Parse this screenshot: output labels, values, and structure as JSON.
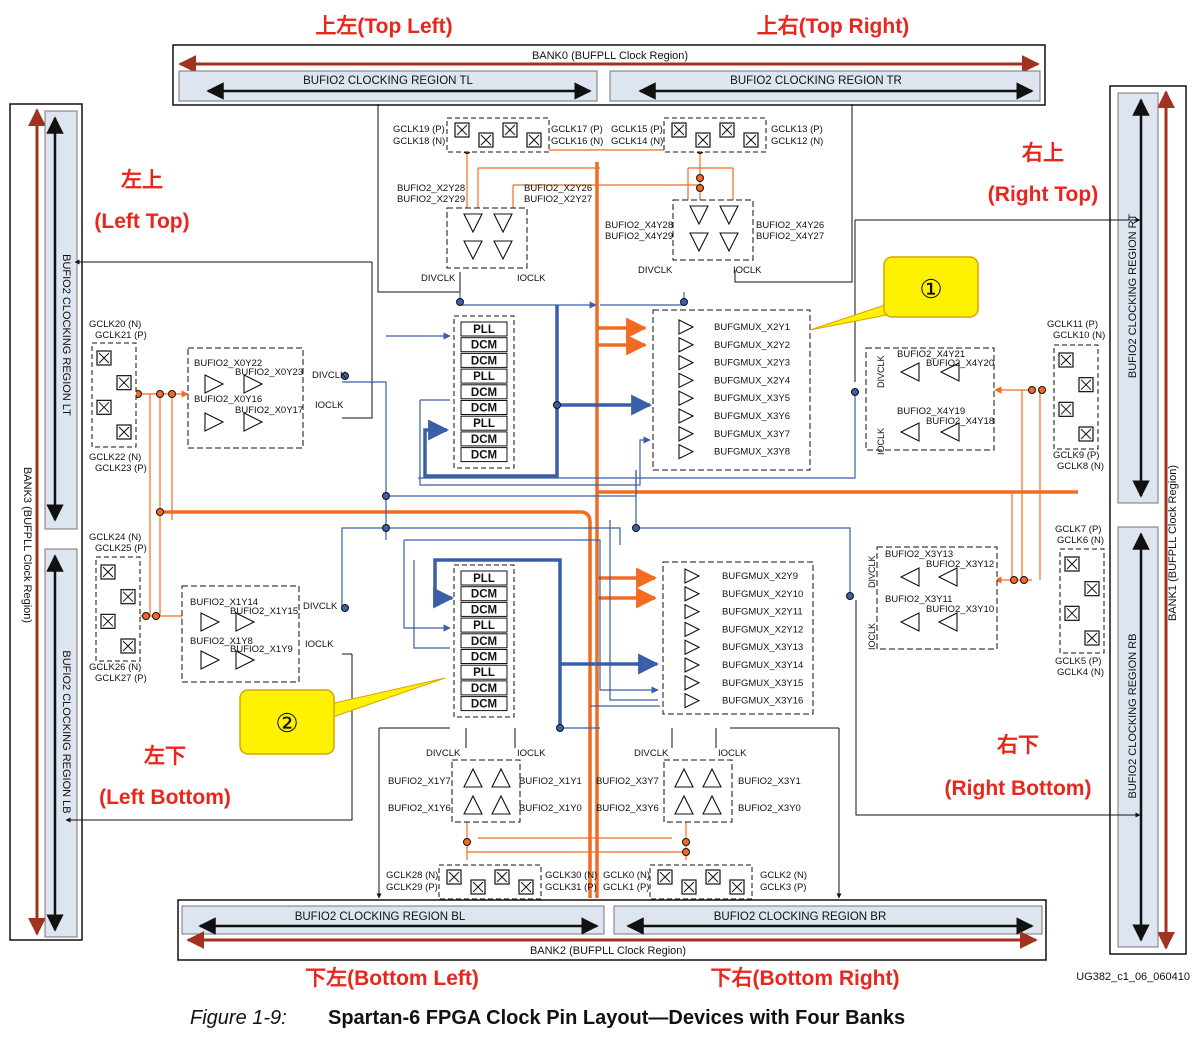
{
  "zones": {
    "top_left": "上左(Top Left)",
    "top_right": "上右(Top Right)",
    "left_top_cn": "左上",
    "left_top_en": "(Left Top)",
    "right_top_cn": "右上",
    "right_top_en": "(Right Top)",
    "left_bottom_cn": "左下",
    "left_bottom_en": "(Left Bottom)",
    "right_bottom_cn": "右下",
    "right_bottom_en": "(Right Bottom)",
    "bottom_left": "下左(Bottom Left)",
    "bottom_right": "下右(Bottom Right)"
  },
  "banks": {
    "bank0": "BANK0 (BUFPLL Clock Region)",
    "bank1": "BANK1 (BUFPLL Clock Region)",
    "bank2": "BANK2 (BUFPLL Clock Region)",
    "bank3": "BANK3 (BUFPLL Clock Region)"
  },
  "regions": {
    "tl": "BUFIO2 CLOCKING REGION TL",
    "tr": "BUFIO2 CLOCKING REGION TR",
    "bl": "BUFIO2 CLOCKING REGION BL",
    "br": "BUFIO2 CLOCKING REGION BR",
    "lt": "BUFIO2 CLOCKING REGION LT",
    "lb": "BUFIO2 CLOCKING REGION LB",
    "rt": "BUFIO2 CLOCKING REGION RT",
    "rb": "BUFIO2 CLOCKING REGION RB"
  },
  "gclk": {
    "g19": "GCLK19 (P)",
    "g18": "GCLK18 (N)",
    "g17": "GCLK17 (P)",
    "g16": "GCLK16 (N)",
    "g15": "GCLK15 (P)",
    "g14": "GCLK14 (N)",
    "g13": "GCLK13 (P)",
    "g12": "GCLK12 (N)",
    "g20": "GCLK20 (N)",
    "g21": "GCLK21 (P)",
    "g22": "GCLK22 (N)",
    "g23": "GCLK23 (P)",
    "g24": "GCLK24 (N)",
    "g25": "GCLK25 (P)",
    "g26": "GCLK26 (N)",
    "g27": "GCLK27 (P)",
    "g11": "GCLK11 (P)",
    "g10": "GCLK10 (N)",
    "g9": "GCLK9 (P)",
    "g8": "GCLK8 (N)",
    "g7": "GCLK7 (P)",
    "g6": "GCLK6 (N)",
    "g5": "GCLK5 (P)",
    "g4": "GCLK4 (N)",
    "g28": "GCLK28 (N)",
    "g29": "GCLK29 (P)",
    "g30": "GCLK30 (N)",
    "g31": "GCLK31 (P)",
    "g0": "GCLK0 (N)",
    "g1": "GCLK1 (P)",
    "g2": "GCLK2 (N)",
    "g3": "GCLK3 (P)"
  },
  "bufio": {
    "x2y28": "BUFIO2_X2Y28",
    "x2y29": "BUFIO2_X2Y29",
    "x2y26": "BUFIO2_X2Y26",
    "x2y27": "BUFIO2_X2Y27",
    "x4y28": "BUFIO2_X4Y28",
    "x4y29": "BUFIO2_X4Y29",
    "x4y26": "BUFIO2_X4Y26",
    "x4y27": "BUFIO2_X4Y27",
    "x0y22": "BUFIO2_X0Y22",
    "x0y23": "BUFIO2_X0Y23",
    "x0y16": "BUFIO2_X0Y16",
    "x0y17": "BUFIO2_X0Y17",
    "x1y14": "BUFIO2_X1Y14",
    "x1y15": "BUFIO2_X1Y15",
    "x1y8": "BUFIO2_X1Y8",
    "x1y9": "BUFIO2_X1Y9",
    "x4y21": "BUFIO2_X4Y21",
    "x4y20": "BUFIO2_X4Y20",
    "x4y19": "BUFIO2_X4Y19",
    "x4y18": "BUFIO2_X4Y18",
    "x3y13": "BUFIO2_X3Y13",
    "x3y12": "BUFIO2_X3Y12",
    "x3y11": "BUFIO2_X3Y11",
    "x3y10": "BUFIO2_X3Y10",
    "x1y7": "BUFIO2_X1Y7",
    "x1y6": "BUFIO2_X1Y6",
    "x1y1": "BUFIO2_X1Y1",
    "x1y0": "BUFIO2_X1Y0",
    "x3y7": "BUFIO2_X3Y7",
    "x3y6": "BUFIO2_X3Y6",
    "x3y1": "BUFIO2_X3Y1",
    "x3y0": "BUFIO2_X3Y0"
  },
  "signals": {
    "divclk": "DIVCLK",
    "ioclk": "IOCLK"
  },
  "clock_stacks": {
    "top": [
      "PLL",
      "DCM",
      "DCM",
      "PLL",
      "DCM",
      "DCM",
      "PLL",
      "DCM",
      "DCM"
    ],
    "bottom": [
      "PLL",
      "DCM",
      "DCM",
      "PLL",
      "DCM",
      "DCM",
      "PLL",
      "DCM",
      "DCM"
    ]
  },
  "bufgmux_top": [
    "BUFGMUX_X2Y1",
    "BUFGMUX_X2Y2",
    "BUFGMUX_X2Y3",
    "BUFGMUX_X2Y4",
    "BUFGMUX_X3Y5",
    "BUFGMUX_X3Y6",
    "BUFGMUX_X3Y7",
    "BUFGMUX_X3Y8"
  ],
  "bufgmux_bottom": [
    "BUFGMUX_X2Y9",
    "BUFGMUX_X2Y10",
    "BUFGMUX_X2Y11",
    "BUFGMUX_X2Y12",
    "BUFGMUX_X3Y13",
    "BUFGMUX_X3Y14",
    "BUFGMUX_X3Y15",
    "BUFGMUX_X3Y16"
  ],
  "callouts": {
    "one": "①",
    "two": "②"
  },
  "figure_id": "UG382_c1_06_060410",
  "caption_prefix": "Figure 1-9:",
  "caption_title": "Spartan-6 FPGA Clock Pin Layout—Devices with Four Banks",
  "colors": {
    "red_text": "#e8261c",
    "orange": "#f26b21",
    "blue": "#3a5fa8",
    "dark_red": "#a0321e",
    "region_fill": "#dde6f0",
    "callout": "#fff200"
  }
}
